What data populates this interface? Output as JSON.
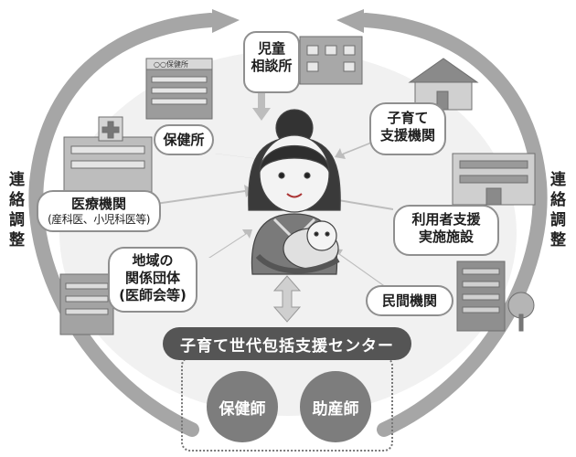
{
  "center": {
    "title": "子育て世代包括支援センター"
  },
  "staff": [
    "保健師",
    "助産師"
  ],
  "nodes": {
    "jido_sodanjo": {
      "line1": "児童",
      "line2": "相談所"
    },
    "hokenjo": {
      "label": "保健所",
      "sign": "○○保健所"
    },
    "kosodate_shien": {
      "line1": "子育て",
      "line2": "支援機関"
    },
    "iryo": {
      "label": "医療機関",
      "sub": "(産科医、小児科医等)"
    },
    "riyousha": {
      "line1": "利用者支援",
      "line2": "実施施設"
    },
    "chiiki": {
      "line1": "地域の",
      "line2": "関係団体",
      "line3": "(医師会等)"
    },
    "minkan": {
      "label": "民間機関"
    }
  },
  "side_left": [
    "連",
    "絡",
    "調",
    "整"
  ],
  "side_right": [
    "連",
    "絡",
    "調",
    "整"
  ],
  "colors": {
    "ring": "#9a9a9a",
    "bar": "#555555",
    "staff": "#7d7d7d",
    "arrow": "#bdbdbd"
  }
}
